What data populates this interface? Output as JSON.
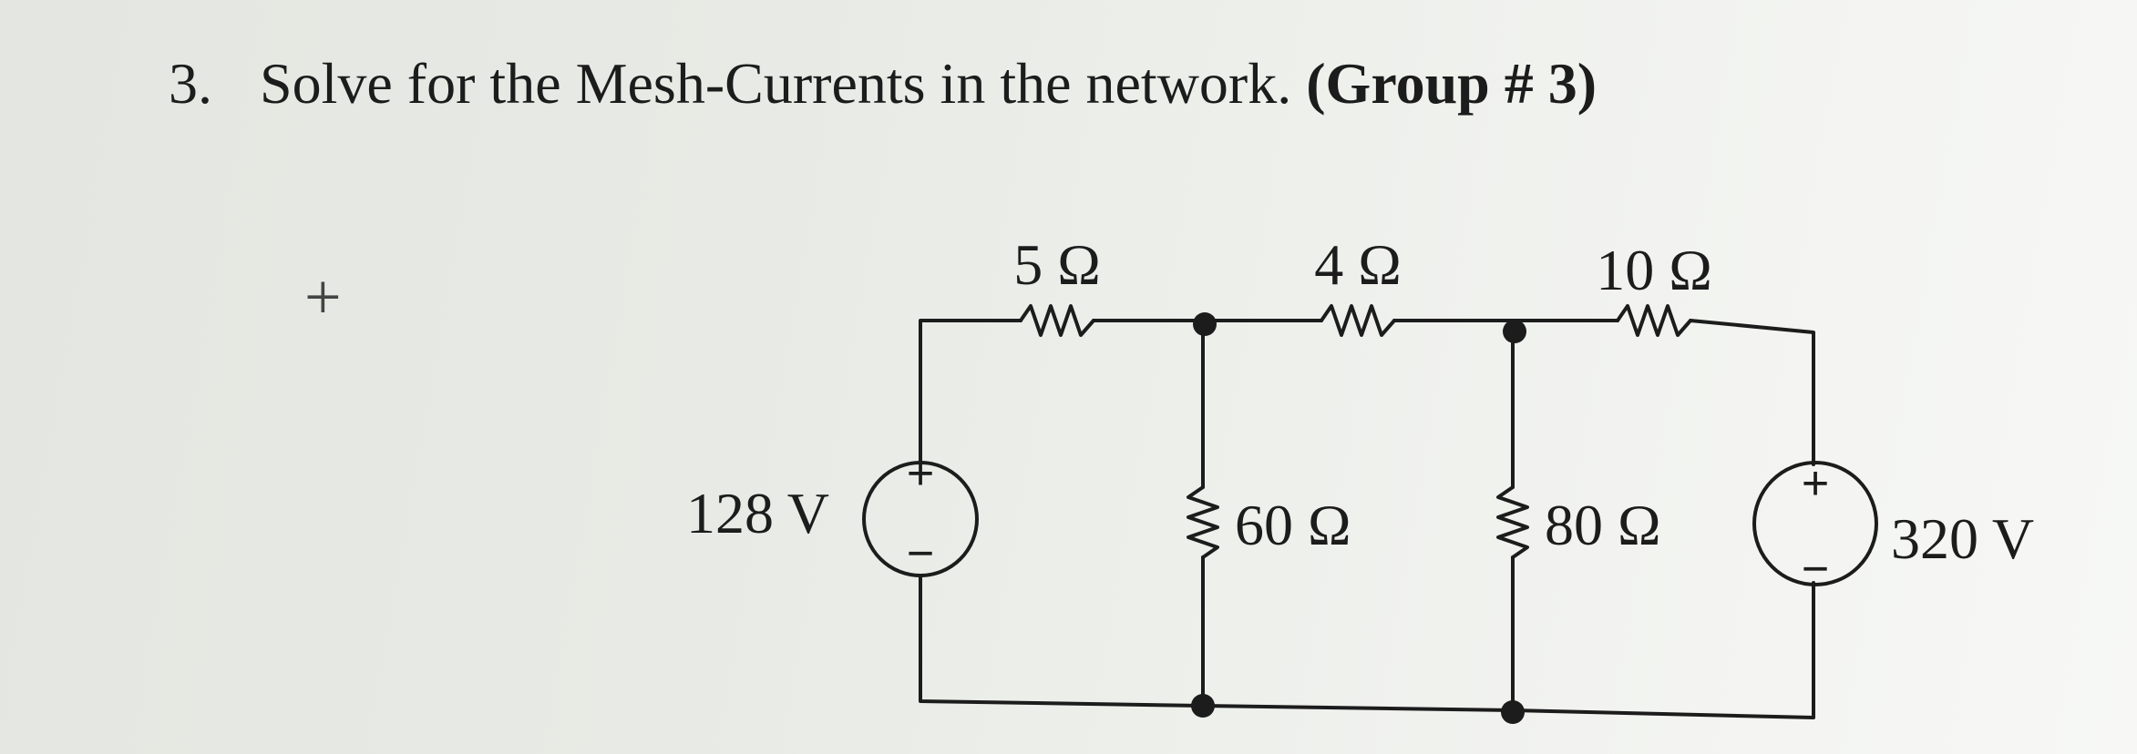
{
  "problem": {
    "number": "3.",
    "text": "Solve for the Mesh-Currents in the network.",
    "group": "(Group # 3)"
  },
  "margin_mark": "+",
  "circuit": {
    "resistors": {
      "r_5": "5 Ω",
      "r_4": "4 Ω",
      "r_10": "10 Ω",
      "r_60": "60 Ω",
      "r_80": "80 Ω"
    },
    "sources": {
      "v_left": "128 V",
      "v_right": "320 V",
      "plus": "+",
      "minus": "−"
    }
  }
}
